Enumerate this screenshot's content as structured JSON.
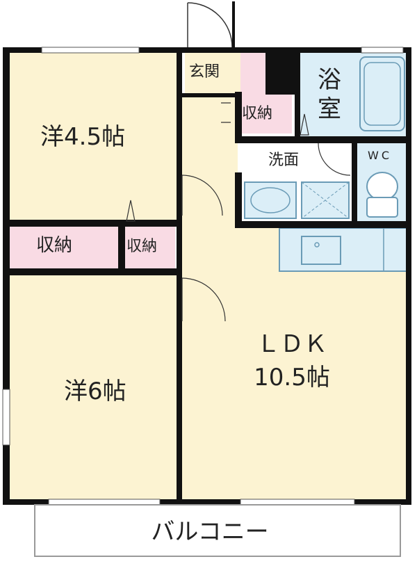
{
  "colors": {
    "room_floor": "#fcf3d2",
    "storage_floor": "#f9dbe4",
    "wet_area": "#dbeef7",
    "wall": "#111111",
    "fixture_line": "#6a9bb6",
    "balcony_line": "#999999"
  },
  "rooms": {
    "western_small": {
      "label": "洋4.5帖"
    },
    "western_large": {
      "label": "洋6帖"
    },
    "storage_left": {
      "label": "収納"
    },
    "storage_mid": {
      "label": "収納"
    },
    "storage_entry": {
      "label": "収納"
    },
    "entrance": {
      "label": "玄関"
    },
    "bath": {
      "line1": "浴",
      "line2": "室"
    },
    "washroom": {
      "label": "洗面"
    },
    "toilet": {
      "label": "WC"
    },
    "ldk": {
      "line1": "ＬＤＫ",
      "line2": "10.5帖"
    },
    "balcony": {
      "label": "バルコニー"
    }
  }
}
